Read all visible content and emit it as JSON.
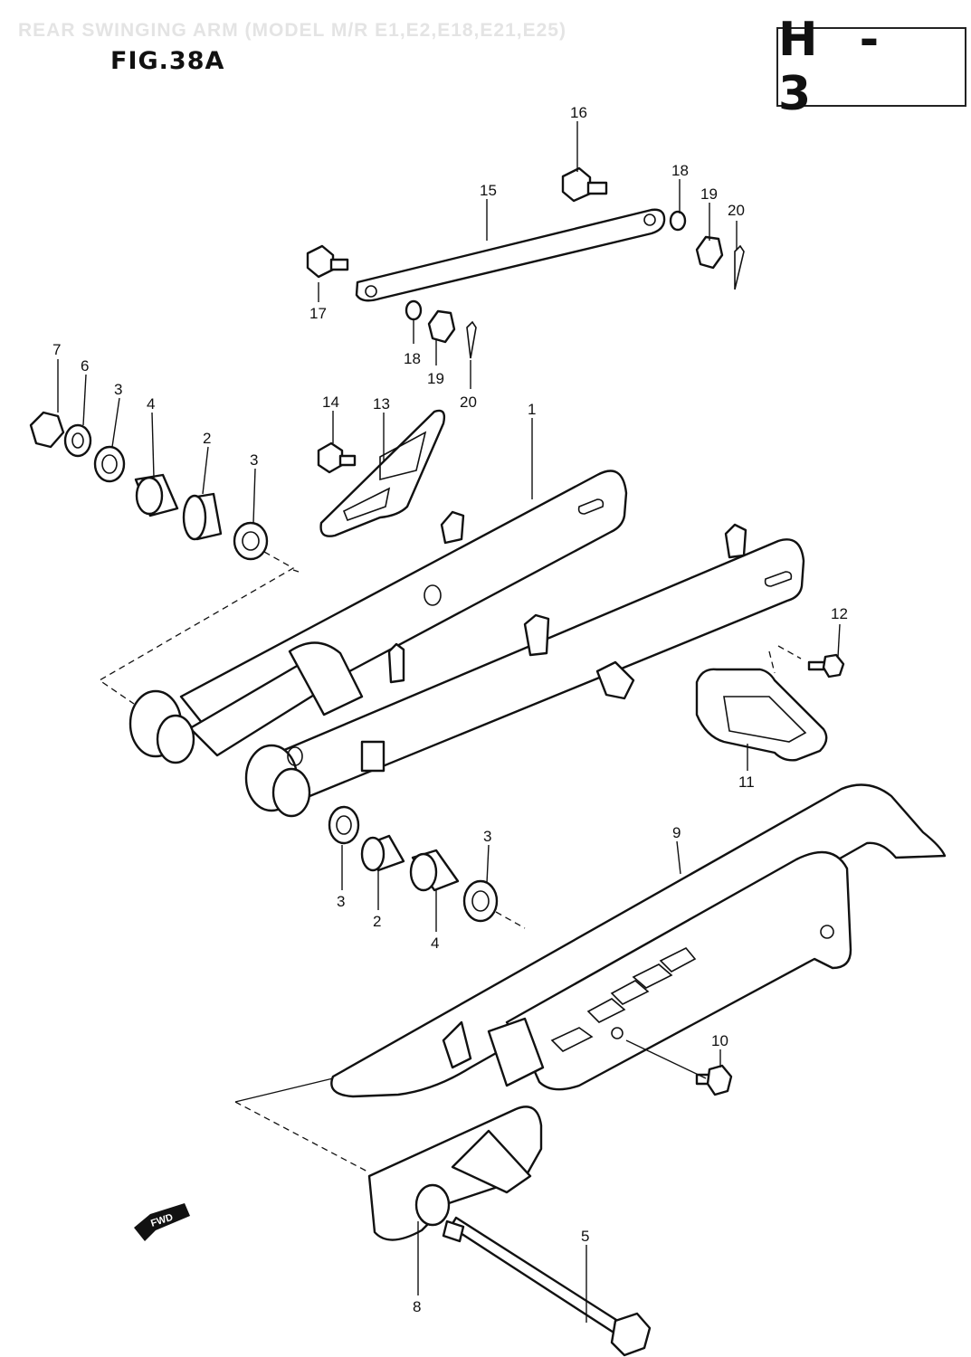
{
  "header": {
    "faint_title": "REAR SWINGING ARM (MODEL M/R E1,E2,E18,E21,E25)",
    "figure_label": "FIG.38A",
    "page_code": "H - 3"
  },
  "forward_arrow_label": "FWD",
  "callouts": {
    "c1": "1",
    "c2a": "2",
    "c2b": "2",
    "c3a": "3",
    "c3b": "3",
    "c3c": "3",
    "c3d": "3",
    "c4a": "4",
    "c4b": "4",
    "c5": "5",
    "c6": "6",
    "c7": "7",
    "c8": "8",
    "c9": "9",
    "c10": "10",
    "c11": "11",
    "c12": "12",
    "c13": "13",
    "c14": "14",
    "c15": "15",
    "c16": "16",
    "c17": "17",
    "c18a": "18",
    "c18b": "18",
    "c19a": "19",
    "c19b": "19",
    "c20a": "20",
    "c20b": "20"
  }
}
